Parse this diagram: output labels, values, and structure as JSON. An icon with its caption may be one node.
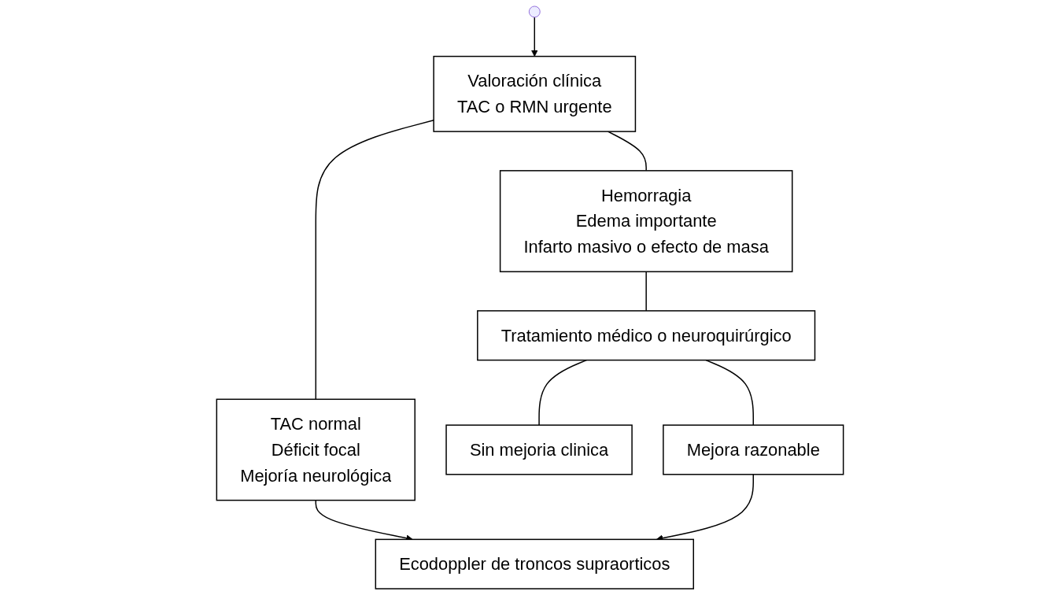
{
  "diagram": {
    "nodes": [
      {
        "text": [
          "Valoración clínica",
          "TAC o RMN urgente"
        ]
      },
      {
        "text": [
          "Hemorragia",
          "Edema importante",
          "Infarto masivo o efecto de masa"
        ]
      },
      {
        "text": [
          "TAC normal",
          "Déficit focal",
          "Mejoría neurológica"
        ]
      },
      {
        "text": [
          "Tratamiento médico o neuroquirúrgico"
        ]
      },
      {
        "text": [
          "Ecodoppler de troncos supraorticos"
        ]
      },
      {
        "text": [
          "Sin mejoria clinica"
        ]
      },
      {
        "text": [
          "Mejora razonable"
        ]
      }
    ],
    "edges": [
      {
        "from": null,
        "to": 0,
        "arrow": "to"
      },
      {
        "from": 0,
        "to": 1,
        "arrow": "none"
      },
      {
        "from": 0,
        "to": 2,
        "arrow": "none"
      },
      {
        "from": 1,
        "to": 3,
        "arrow": "none"
      },
      {
        "from": 2,
        "to": 4,
        "arrow": "to"
      },
      {
        "from": 3,
        "to": 5,
        "arrow": "none"
      },
      {
        "from": 3,
        "to": 6,
        "arrow": "none"
      },
      {
        "from": 6,
        "to": 4,
        "arrow": "to"
      }
    ]
  }
}
